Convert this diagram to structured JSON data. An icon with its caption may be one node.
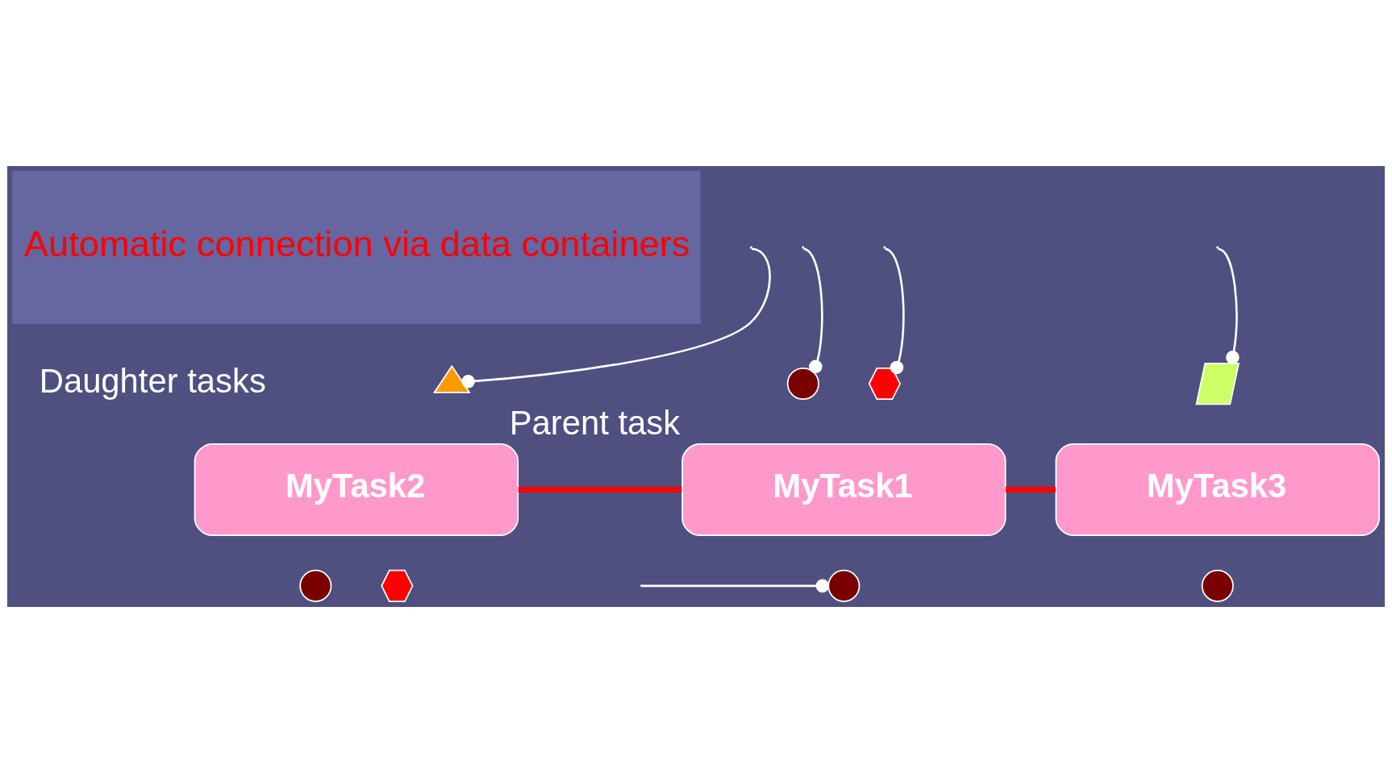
{
  "diagram": {
    "nodes": [
      {
        "text": [],
        "shape": "circle"
      },
      {
        "text": [],
        "shape": "hexagon"
      },
      {
        "text": [
          "MyTask1"
        ],
        "beside": [
          "Parent task"
        ]
      },
      {
        "text": [],
        "shape": "circle"
      },
      {
        "text": [
          "Automatic connection via data containers"
        ]
      },
      {
        "text": [],
        "shape": "triangle"
      },
      {
        "text": [],
        "shape": "parallelogram"
      },
      {
        "text": [
          "MyTask2"
        ]
      },
      {
        "text": [
          "MyTask3"
        ]
      },
      {
        "text": [],
        "shape": "hexagon"
      },
      {
        "text": [],
        "shape": "circle"
      },
      {
        "text": [],
        "shape": "circle"
      }
    ],
    "edges": [
      {
        "from": 2,
        "to": 7,
        "arrow": "none",
        "color": "#ff0000",
        "style": "thick"
      },
      {
        "from": 2,
        "to": 8,
        "arrow": "none",
        "color": "#ff0000",
        "style": "thick"
      },
      {
        "from": 0,
        "to": null,
        "arrow": "other"
      },
      {
        "from": 1,
        "to": null,
        "arrow": "other"
      },
      {
        "from": 3,
        "to": null,
        "arrow": "other"
      },
      {
        "from": 5,
        "to": null,
        "arrow": "other"
      },
      {
        "from": 6,
        "to": null,
        "arrow": "other"
      }
    ],
    "labels": [
      "Daughter tasks"
    ]
  }
}
